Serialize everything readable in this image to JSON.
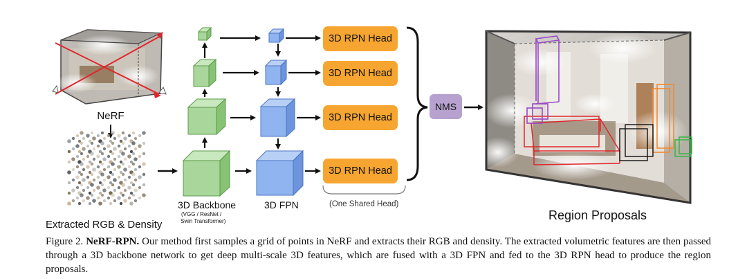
{
  "figure": {
    "nerf_label": "NeRF",
    "grid_label": "Extracted RGB & Density",
    "backbone_label": "3D Backbone",
    "backbone_sub1": "(VGG / ResNet /",
    "backbone_sub2": "Swin Transformer)",
    "fpn_label": "3D FPN",
    "head_labels": [
      "3D RPN Head",
      "3D RPN Head",
      "3D RPN Head",
      "3D RPN Head"
    ],
    "shared_head_label": "(One Shared Head)",
    "nms_label": "NMS",
    "output_label": "Region Proposals",
    "colors": {
      "backbone_green": "#a9d69a",
      "fpn_blue": "#8fb4f0",
      "head_orange": "#f7a531",
      "nms_purple": "#b7a2cf",
      "box_red": "#e0262c"
    }
  },
  "caption": {
    "prefix": "Figure 2.",
    "title": "NeRF-RPN.",
    "text": "Our method first samples a grid of points in NeRF and extracts their RGB and density. The extracted volumetric features are then passed through a 3D backbone network to get deep multi-scale 3D features, which are fused with a 3D FPN and fed to the 3D RPN head to produce the region proposals."
  }
}
